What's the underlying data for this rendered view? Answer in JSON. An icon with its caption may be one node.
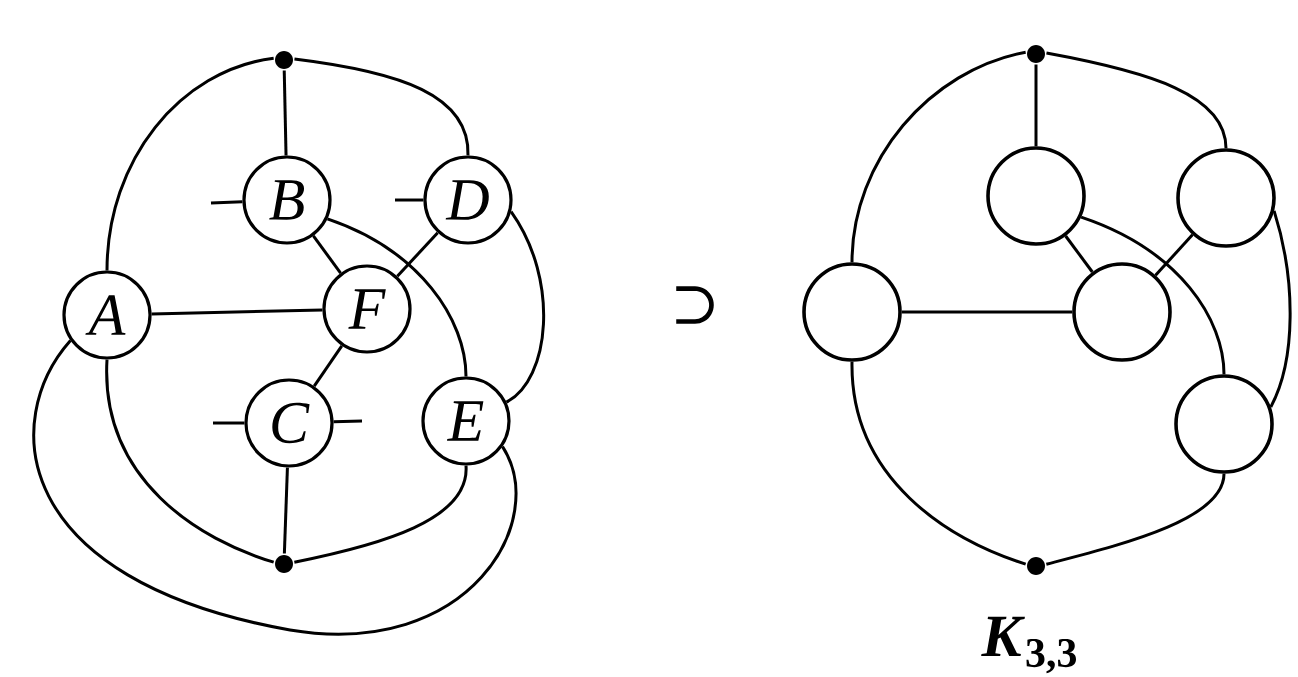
{
  "diagram": {
    "nodes": [
      {
        "text": [],
        "shape": "dot"
      },
      {
        "text": [
          "B"
        ]
      },
      {
        "text": [
          "D"
        ]
      },
      {
        "text": [
          "A"
        ]
      },
      {
        "text": [
          "F"
        ]
      },
      {
        "text": [
          "C"
        ]
      },
      {
        "text": [
          "E"
        ]
      },
      {
        "text": [],
        "shape": "dot"
      },
      {
        "text": [],
        "shape": "dot"
      },
      {
        "text": [],
        "shape": "circle"
      },
      {
        "text": [],
        "shape": "circle"
      },
      {
        "text": [],
        "shape": "circle"
      },
      {
        "text": [],
        "shape": "circle"
      },
      {
        "text": [],
        "shape": "circle"
      },
      {
        "text": [],
        "shape": "dot"
      }
    ],
    "edges": [
      {
        "from": 0,
        "to": 1,
        "arrow": "none"
      },
      {
        "from": 0,
        "to": 3,
        "arrow": "none"
      },
      {
        "from": 0,
        "to": 2,
        "arrow": "none"
      },
      {
        "from": 1,
        "to": 4,
        "arrow": "none"
      },
      {
        "from": 1,
        "to": 6,
        "arrow": "none"
      },
      {
        "from": 2,
        "to": 4,
        "arrow": "none"
      },
      {
        "from": 2,
        "to": 6,
        "arrow": "none"
      },
      {
        "from": 3,
        "to": 4,
        "arrow": "none"
      },
      {
        "from": 4,
        "to": 5,
        "arrow": "none"
      },
      {
        "from": 5,
        "to": 7,
        "arrow": "none"
      },
      {
        "from": 3,
        "to": 7,
        "arrow": "none"
      },
      {
        "from": 6,
        "to": 7,
        "arrow": "none"
      },
      {
        "from": 3,
        "to": 6,
        "arrow": "none"
      },
      {
        "from": 1,
        "to": null,
        "arrow": "none"
      },
      {
        "from": 2,
        "to": null,
        "arrow": "none"
      },
      {
        "from": 5,
        "to": null,
        "arrow": "none"
      },
      {
        "from": 5,
        "to": null,
        "arrow": "none"
      },
      {
        "from": 8,
        "to": 9,
        "arrow": "none"
      },
      {
        "from": 8,
        "to": 11,
        "arrow": "none"
      },
      {
        "from": 8,
        "to": 10,
        "arrow": "none"
      },
      {
        "from": 9,
        "to": 12,
        "arrow": "none"
      },
      {
        "from": 9,
        "to": 13,
        "arrow": "none"
      },
      {
        "from": 10,
        "to": 12,
        "arrow": "none"
      },
      {
        "from": 10,
        "to": 13,
        "arrow": "none"
      },
      {
        "from": 11,
        "to": 12,
        "arrow": "none"
      },
      {
        "from": 11,
        "to": 14,
        "arrow": "none"
      },
      {
        "from": 13,
        "to": 14,
        "arrow": "none"
      }
    ],
    "labels": [
      "⊃",
      "*K*$_{3,3}$"
    ]
  }
}
